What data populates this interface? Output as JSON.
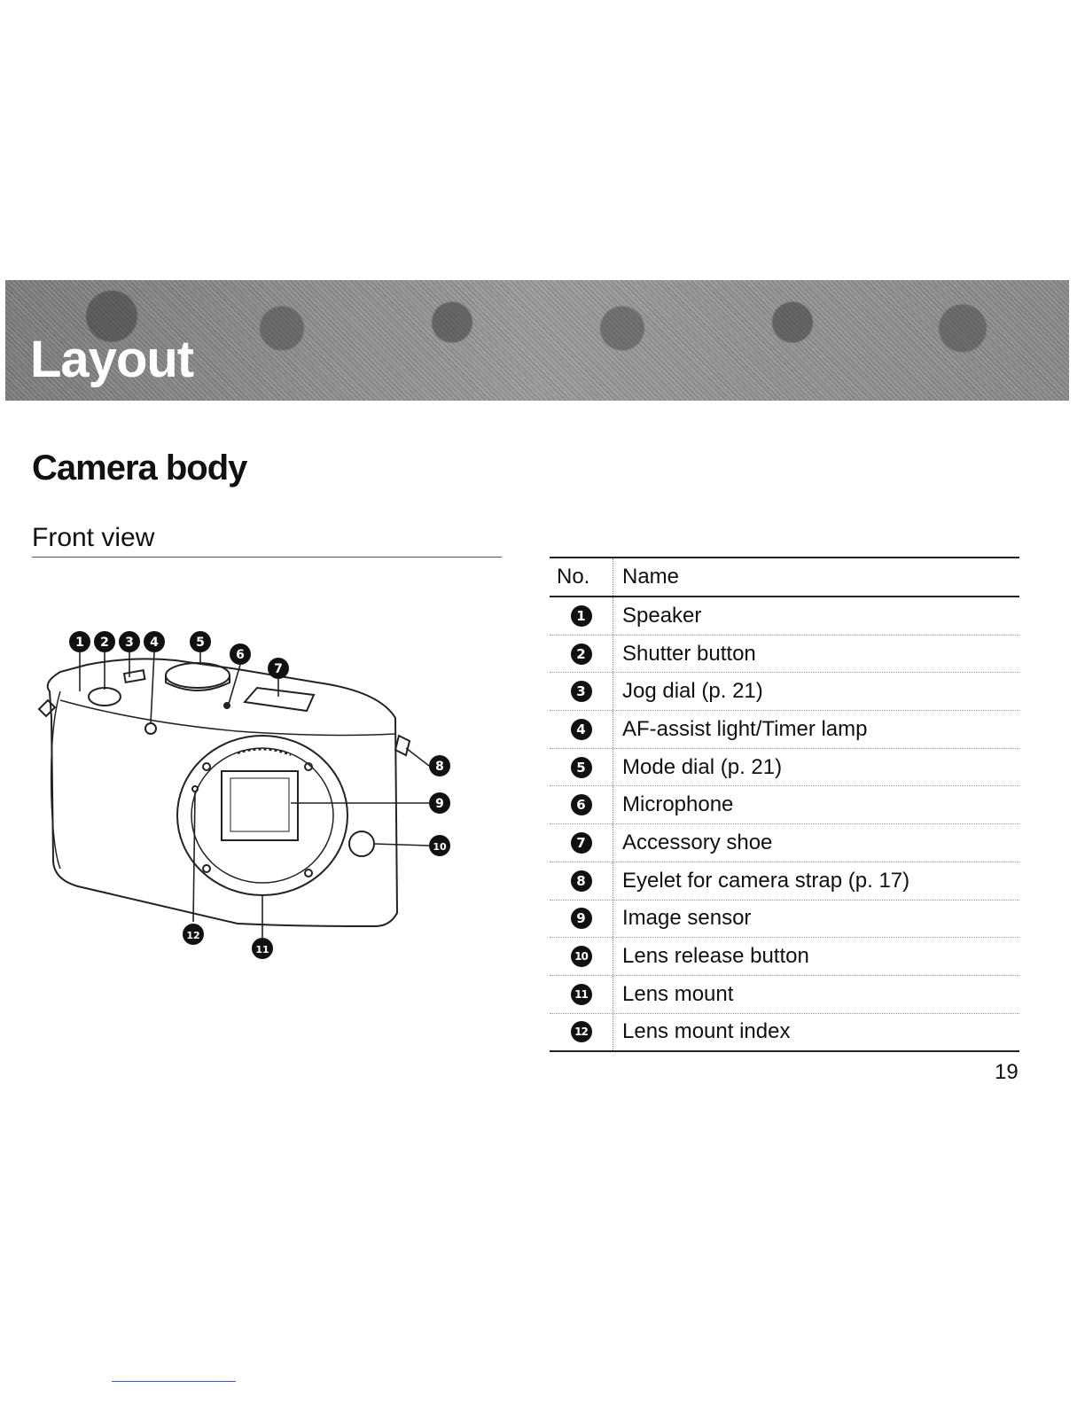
{
  "banner": {
    "title": "Layout"
  },
  "section": {
    "title": "Camera body"
  },
  "subsection": {
    "title": "Front view"
  },
  "table": {
    "headers": {
      "no": "No.",
      "name": "Name"
    },
    "rows": [
      {
        "no": "1",
        "name": "Speaker"
      },
      {
        "no": "2",
        "name": "Shutter button"
      },
      {
        "no": "3",
        "name": "Jog dial (p. 21)"
      },
      {
        "no": "4",
        "name": "AF-assist light/Timer lamp"
      },
      {
        "no": "5",
        "name": "Mode dial (p. 21)"
      },
      {
        "no": "6",
        "name": "Microphone"
      },
      {
        "no": "7",
        "name": "Accessory shoe"
      },
      {
        "no": "8",
        "name": "Eyelet for camera strap (p. 17)"
      },
      {
        "no": "9",
        "name": "Image sensor"
      },
      {
        "no": "10",
        "name": "Lens release button"
      },
      {
        "no": "11",
        "name": "Lens mount"
      },
      {
        "no": "12",
        "name": "Lens mount index"
      }
    ]
  },
  "diagram": {
    "callouts": [
      "1",
      "2",
      "3",
      "4",
      "5",
      "6",
      "7",
      "8",
      "9",
      "10",
      "11",
      "12"
    ]
  },
  "page": {
    "number": "19"
  }
}
